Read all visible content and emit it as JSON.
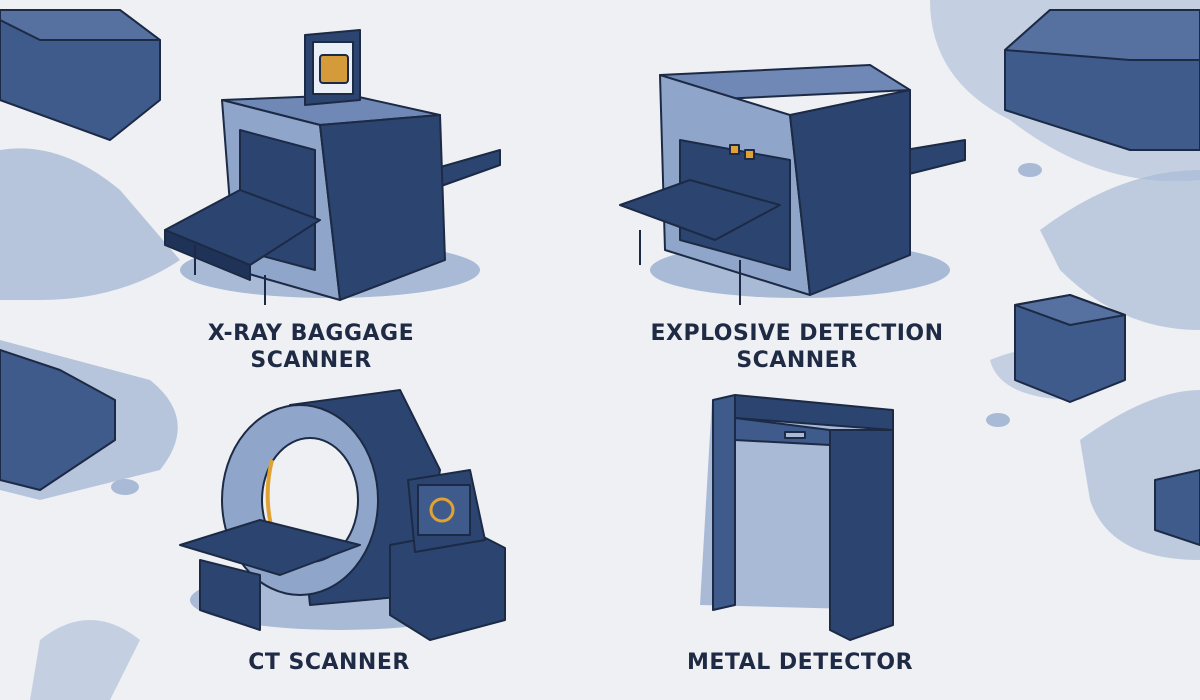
{
  "items": [
    {
      "line1": "X-RAY BAGGAGE",
      "line2": "SCANNER"
    },
    {
      "line1": "EXPLOSIVE DETECTION",
      "line2": "SCANNER"
    },
    {
      "line1": "CT SCANNER"
    },
    {
      "line1": "METAL DETECTOR"
    }
  ],
  "colors": {
    "dark": "#2c4570",
    "mid": "#3e5b8c",
    "light": "#8fa5c9",
    "shadow": "#a8b9d6",
    "accent": "#e0a233"
  }
}
